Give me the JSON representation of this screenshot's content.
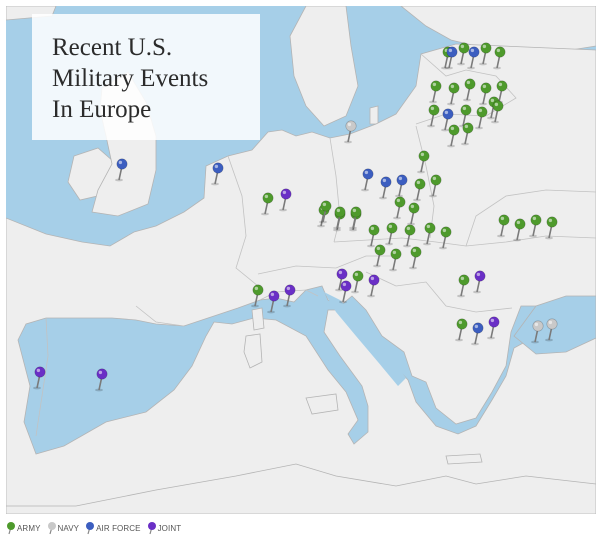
{
  "title_lines": [
    "Recent U.S.",
    "Military Events",
    "In Europe"
  ],
  "colors": {
    "sea": "#a6cfe8",
    "land": "#eeeeee",
    "border": "#b4b4b4",
    "army": "#4e9a2c",
    "navy": "#c9c9c9",
    "air_force": "#3c5ec0",
    "joint": "#6a2fc6"
  },
  "legend": [
    {
      "type": "army",
      "label": "ARMY",
      "icon": "army-pin-icon"
    },
    {
      "type": "navy",
      "label": "NAVY",
      "icon": "navy-pin-icon"
    },
    {
      "type": "air_force",
      "label": "AIR FORCE",
      "icon": "air-force-pin-icon"
    },
    {
      "type": "joint",
      "label": "JOINT",
      "icon": "joint-pin-icon"
    }
  ],
  "pins": [
    {
      "type": "air_force",
      "region": "United Kingdom"
    },
    {
      "type": "air_force",
      "region": "Netherlands"
    },
    {
      "type": "navy",
      "region": "Baltic Sea"
    },
    {
      "type": "army",
      "region": "Western Germany"
    },
    {
      "type": "joint",
      "region": "Western Germany"
    },
    {
      "type": "army",
      "region": "Eastern Germany"
    },
    {
      "type": "army",
      "region": "Eastern Germany"
    },
    {
      "type": "army",
      "region": "Eastern Germany"
    },
    {
      "type": "army",
      "region": "Estonia"
    },
    {
      "type": "air_force",
      "region": "Estonia"
    },
    {
      "type": "army",
      "region": "Estonia"
    },
    {
      "type": "air_force",
      "region": "Estonia"
    },
    {
      "type": "army",
      "region": "Estonia"
    },
    {
      "type": "army",
      "region": "Estonia"
    },
    {
      "type": "army",
      "region": "Latvia"
    },
    {
      "type": "army",
      "region": "Latvia"
    },
    {
      "type": "army",
      "region": "Latvia"
    },
    {
      "type": "army",
      "region": "Latvia"
    },
    {
      "type": "army",
      "region": "Latvia"
    },
    {
      "type": "army",
      "region": "Latvia"
    },
    {
      "type": "army",
      "region": "Lithuania"
    },
    {
      "type": "air_force",
      "region": "Lithuania"
    },
    {
      "type": "army",
      "region": "Lithuania"
    },
    {
      "type": "army",
      "region": "Lithuania"
    },
    {
      "type": "army",
      "region": "Lithuania"
    },
    {
      "type": "army",
      "region": "Lithuania"
    },
    {
      "type": "army",
      "region": "Lithuania"
    },
    {
      "type": "air_force",
      "region": "Poland"
    },
    {
      "type": "air_force",
      "region": "Poland"
    },
    {
      "type": "air_force",
      "region": "Poland"
    },
    {
      "type": "army",
      "region": "Poland"
    },
    {
      "type": "army",
      "region": "Poland"
    },
    {
      "type": "army",
      "region": "Poland"
    },
    {
      "type": "army",
      "region": "Poland"
    },
    {
      "type": "army",
      "region": "Poland"
    },
    {
      "type": "army",
      "region": "Poland"
    },
    {
      "type": "army",
      "region": "Poland"
    },
    {
      "type": "army",
      "region": "Czech Republic"
    },
    {
      "type": "army",
      "region": "Czech Republic"
    },
    {
      "type": "army",
      "region": "Czech Republic"
    },
    {
      "type": "army",
      "region": "Slovakia"
    },
    {
      "type": "army",
      "region": "Slovakia"
    },
    {
      "type": "army",
      "region": "Slovakia"
    },
    {
      "type": "army",
      "region": "Hungary"
    },
    {
      "type": "army",
      "region": "Hungary"
    },
    {
      "type": "army",
      "region": "Hungary"
    },
    {
      "type": "army",
      "region": "Ukraine"
    },
    {
      "type": "army",
      "region": "Ukraine"
    },
    {
      "type": "army",
      "region": "Ukraine"
    },
    {
      "type": "army",
      "region": "Ukraine"
    },
    {
      "type": "joint",
      "region": "Austria"
    },
    {
      "type": "army",
      "region": "Slovenia"
    },
    {
      "type": "joint",
      "region": "Slovenia"
    },
    {
      "type": "joint",
      "region": "Croatia"
    },
    {
      "type": "army",
      "region": "Northern Italy"
    },
    {
      "type": "joint",
      "region": "Northern Italy"
    },
    {
      "type": "joint",
      "region": "Northern Italy"
    },
    {
      "type": "army",
      "region": "Romania"
    },
    {
      "type": "joint",
      "region": "Romania"
    },
    {
      "type": "army",
      "region": "Bulgaria"
    },
    {
      "type": "air_force",
      "region": "Bulgaria"
    },
    {
      "type": "joint",
      "region": "Bulgaria"
    },
    {
      "type": "navy",
      "region": "Black Sea"
    },
    {
      "type": "navy",
      "region": "Black Sea"
    },
    {
      "type": "joint",
      "region": "Portugal"
    },
    {
      "type": "joint",
      "region": "Spain"
    }
  ]
}
